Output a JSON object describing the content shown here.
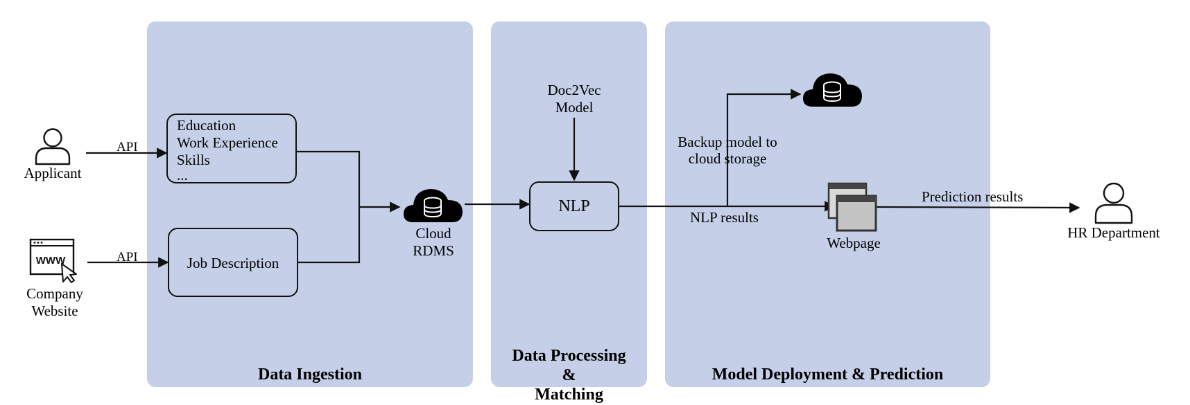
{
  "actors": {
    "applicant": {
      "label": "Applicant",
      "icon": "user-icon"
    },
    "company": {
      "label_line1": "Company",
      "label_line2": "Website",
      "icon": "www-browser-icon"
    },
    "hr": {
      "label": "HR Department",
      "icon": "user-icon"
    }
  },
  "connectors": {
    "api_applicant": "API",
    "api_company": "API",
    "nlp_results": "NLP results",
    "backup_line1": "Backup model to",
    "backup_line2": "cloud storage",
    "prediction_results": "Prediction results"
  },
  "panels": {
    "ingestion": {
      "title": "Data Ingestion",
      "profile_fields": [
        "Education",
        "Work Experience",
        "Skills",
        "..."
      ],
      "job_description": "Job Description",
      "cloud": {
        "line1": "Cloud",
        "line2": "RDMS",
        "icon": "cloud-database-icon"
      }
    },
    "processing": {
      "title_line1": "Data Processing",
      "title_line2": "&",
      "title_line3": "Matching",
      "model_line1": "Doc2Vec",
      "model_line2": "Model",
      "nlp": "NLP"
    },
    "deployment": {
      "title": "Model Deployment & Prediction",
      "cloud_icon": "cloud-database-icon",
      "webpage": {
        "label": "Webpage",
        "icon": "browser-windows-icon"
      }
    }
  },
  "colors": {
    "panel": "#c5d0e8",
    "stroke": "#111111"
  }
}
